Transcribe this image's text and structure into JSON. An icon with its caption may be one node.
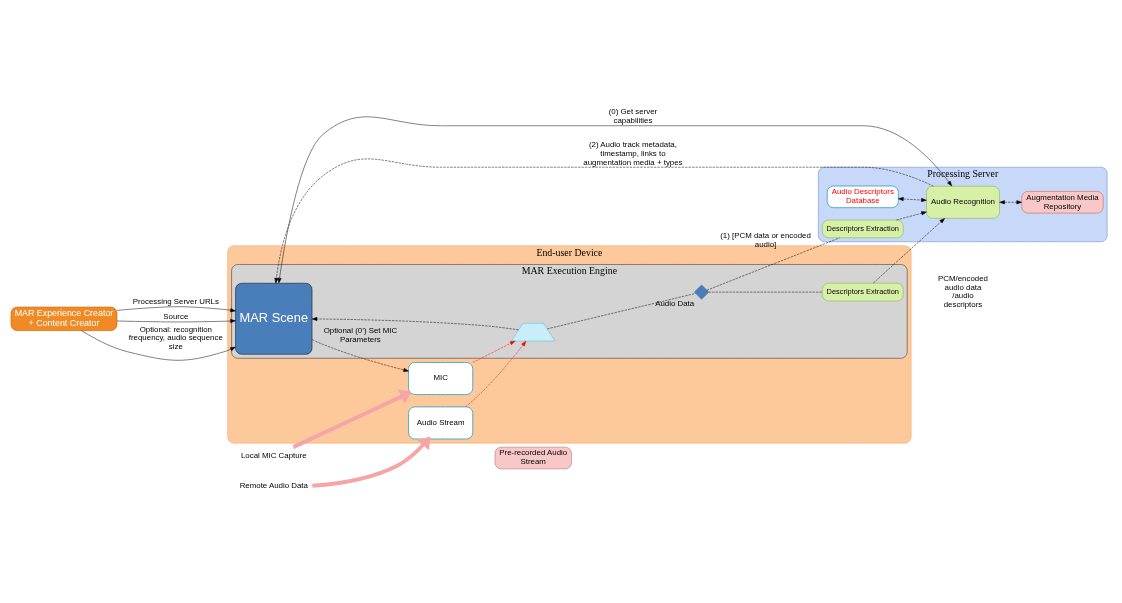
{
  "diagram": {
    "nodes": [
      {
        "text": [
          "End-user Device"
        ]
      },
      {
        "text": [
          "MAR Execution Engine"
        ],
        "in": 0
      },
      {
        "text": [
          "MAR Scene"
        ],
        "in": 1
      },
      {
        "text": [],
        "shape": "trapezoid",
        "in": 1
      },
      {
        "text": [
          "Audio Data"
        ],
        "in": 1
      },
      {
        "text": [
          "Descriptors Extraction"
        ],
        "in": 1
      },
      {
        "text": [
          "MIC"
        ],
        "in": 0
      },
      {
        "text": [
          "Audio Stream"
        ],
        "in": 0
      },
      {
        "text": [
          "Pre-recorded Audio Stream"
        ]
      },
      {
        "text": [
          "Processing Server"
        ]
      },
      {
        "text": [
          "Audio Descriptors Database"
        ],
        "in": 9
      },
      {
        "text": [
          "Audio Recognition"
        ],
        "in": 9
      },
      {
        "text": [
          "Descriptors Extraction"
        ],
        "in": 9
      },
      {
        "text": [
          "Augmentation Media Repository"
        ],
        "in": 9
      },
      {
        "text": [
          "MAR Experience Creator + Content Creator"
        ]
      },
      {
        "text": [
          "Local MIC Capture"
        ]
      },
      {
        "text": [
          "Remote Audio Data"
        ]
      }
    ],
    "edges": [
      {
        "from": 14,
        "to": 2,
        "arrow": "to",
        "label": "Processing Server URLs"
      },
      {
        "from": 14,
        "to": 2,
        "arrow": "to",
        "label": "Source"
      },
      {
        "from": 14,
        "to": 2,
        "arrow": "to",
        "label": "Optional: recognition frequency, audio sequence size"
      },
      {
        "from": 2,
        "to": 11,
        "arrow": "both",
        "label": "(0) Get server capabilities"
      },
      {
        "from": 11,
        "to": 2,
        "arrow": "to",
        "style": "dashed",
        "label": "(2) Audio track metadata, timestamp, links to augmentation media + types"
      },
      {
        "from": 3,
        "to": 2,
        "arrow": "to",
        "style": "dashed"
      },
      {
        "from": 3,
        "to": 4,
        "arrow": "none",
        "style": "dashed"
      },
      {
        "from": 4,
        "to": 12,
        "arrow": "none",
        "style": "dashed",
        "label": "(1) [PCM data or encoded audio]"
      },
      {
        "from": 12,
        "to": 11,
        "arrow": "to",
        "style": "dashed"
      },
      {
        "from": 4,
        "to": 5,
        "arrow": "none",
        "style": "dashed"
      },
      {
        "from": 5,
        "to": 11,
        "arrow": "to",
        "style": "dashed"
      },
      {
        "from": 2,
        "to": 6,
        "arrow": "to",
        "style": "dashed",
        "label": "Optional (0’) Set MIC Parameters"
      },
      {
        "from": 6,
        "to": 3,
        "arrow": "to",
        "style": "dashed",
        "color": "#ff0000"
      },
      {
        "from": 7,
        "to": 3,
        "arrow": "to",
        "style": "dashed",
        "color": "#ff0000"
      },
      {
        "from": 10,
        "to": 11,
        "arrow": "both",
        "style": "dashed"
      },
      {
        "from": 11,
        "to": 13,
        "arrow": "both",
        "style": "dashed"
      },
      {
        "from": 15,
        "to": 6,
        "arrow": "to",
        "style": "thick",
        "color": "#f4a6a6"
      },
      {
        "from": 16,
        "to": 7,
        "arrow": "to",
        "style": "thick",
        "color": "#f4a6a6"
      }
    ],
    "labels": [
      "PCM/encoded audio data /audio descriptors"
    ]
  }
}
